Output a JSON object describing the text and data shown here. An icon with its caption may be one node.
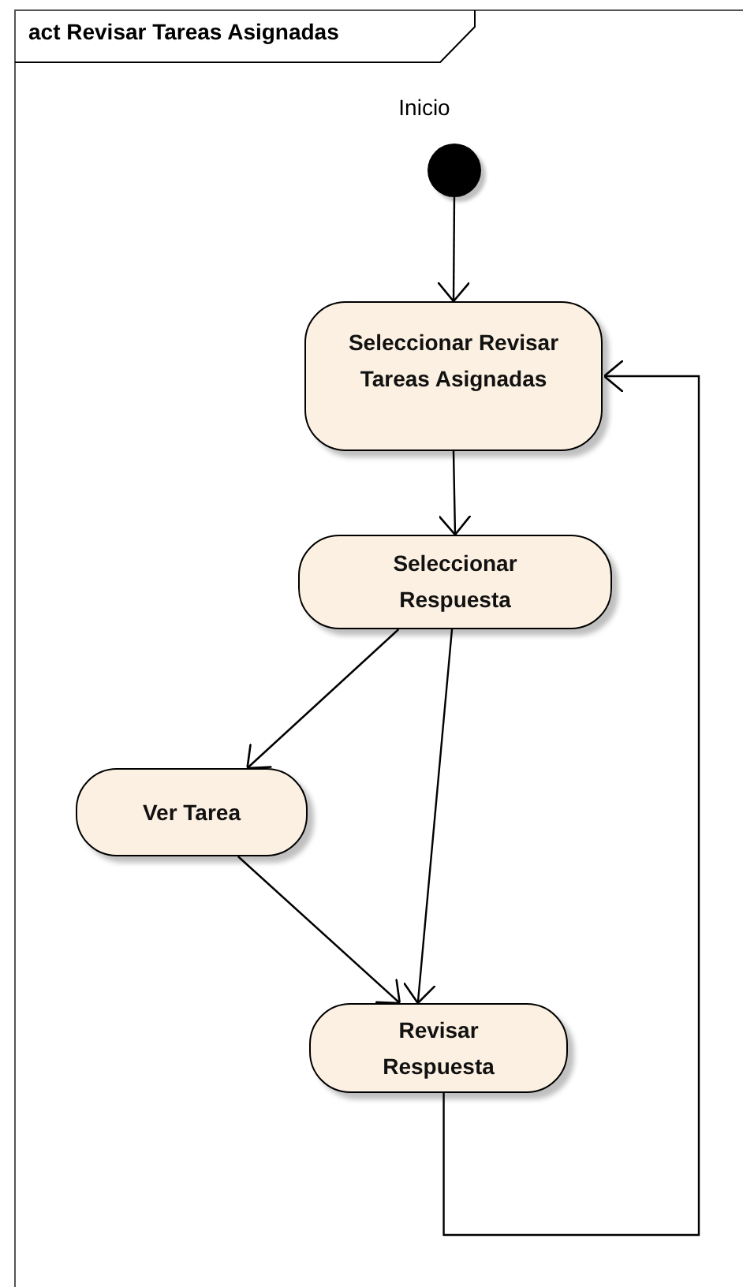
{
  "diagram": {
    "title": "act Revisar Tareas Asignadas",
    "nodes": [
      {
        "text": [],
        "shape": "circle",
        "beside": [
          "Inicio"
        ]
      },
      {
        "text": [
          "Seleccionar Revisar Tareas Asignadas"
        ]
      },
      {
        "text": [
          "Seleccionar Respuesta"
        ]
      },
      {
        "text": [
          "Ver Tarea"
        ]
      },
      {
        "text": [
          "Revisar Respuesta"
        ]
      }
    ],
    "edges": [
      {
        "from": 0,
        "to": 1,
        "arrow": "to"
      },
      {
        "from": 1,
        "to": 2,
        "arrow": "to"
      },
      {
        "from": 2,
        "to": 3,
        "arrow": "to"
      },
      {
        "from": 2,
        "to": 4,
        "arrow": "to"
      },
      {
        "from": 3,
        "to": 4,
        "arrow": "to"
      },
      {
        "from": 4,
        "to": 1,
        "arrow": "to"
      }
    ]
  }
}
